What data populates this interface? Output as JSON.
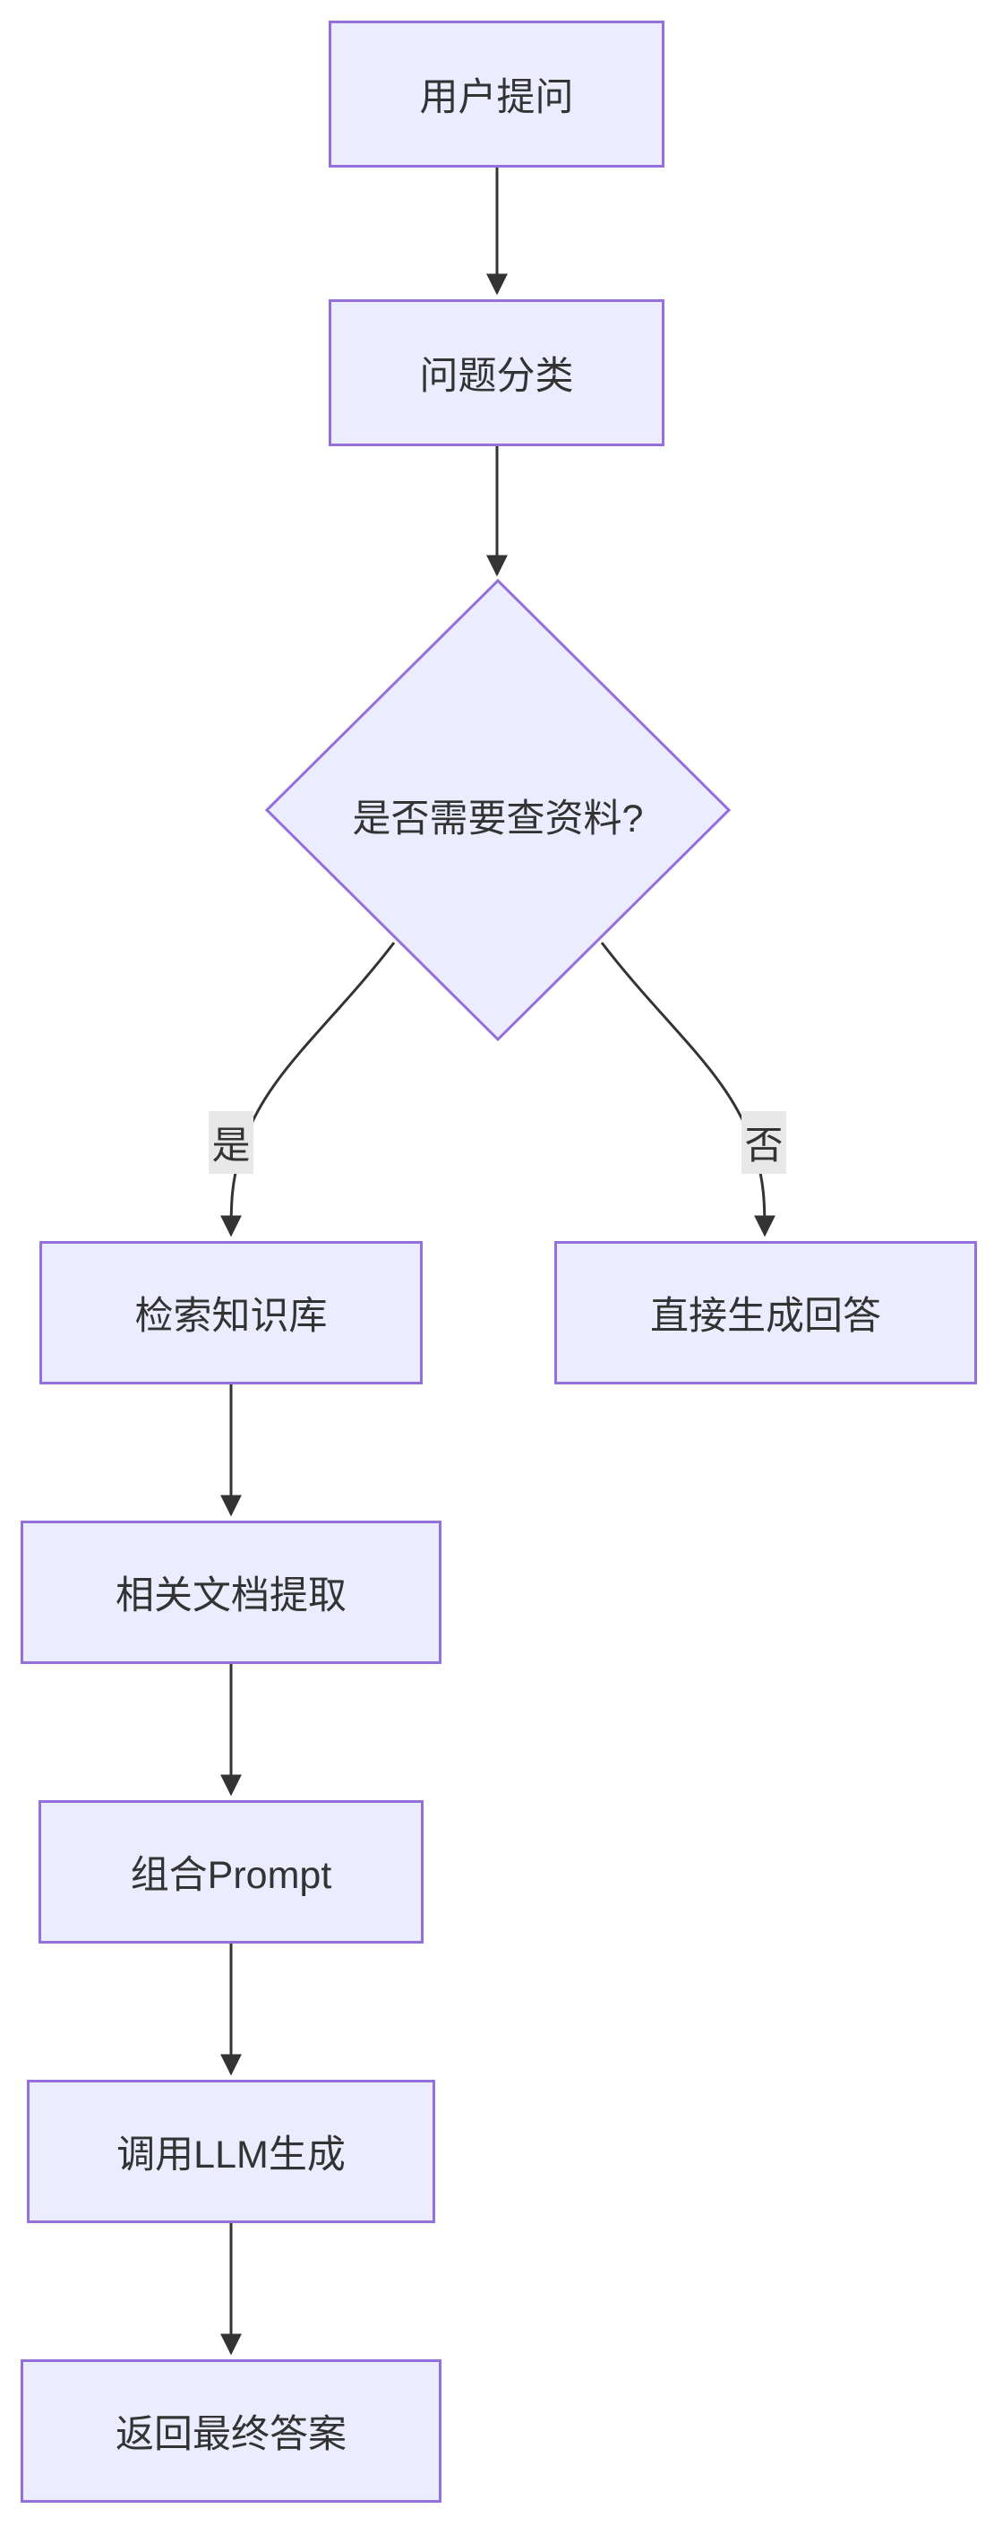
{
  "diagram": {
    "type": "flowchart",
    "direction": "top-down",
    "nodes": [
      {
        "id": "A",
        "label": "用户提问",
        "shape": "rect"
      },
      {
        "id": "B",
        "label": "问题分类",
        "shape": "rect"
      },
      {
        "id": "C",
        "label": "是否需要查资料?",
        "shape": "diamond"
      },
      {
        "id": "D",
        "label": "检索知识库",
        "shape": "rect"
      },
      {
        "id": "E",
        "label": "直接生成回答",
        "shape": "rect"
      },
      {
        "id": "F",
        "label": "相关文档提取",
        "shape": "rect"
      },
      {
        "id": "G",
        "label": "组合Prompt",
        "shape": "rect"
      },
      {
        "id": "H",
        "label": "调用LLM生成",
        "shape": "rect"
      },
      {
        "id": "I",
        "label": "返回最终答案",
        "shape": "rect"
      }
    ],
    "edges": [
      {
        "from": "A",
        "to": "B",
        "label": ""
      },
      {
        "from": "B",
        "to": "C",
        "label": ""
      },
      {
        "from": "C",
        "to": "D",
        "label": "是"
      },
      {
        "from": "C",
        "to": "E",
        "label": "否"
      },
      {
        "from": "D",
        "to": "F",
        "label": ""
      },
      {
        "from": "F",
        "to": "G",
        "label": ""
      },
      {
        "from": "G",
        "to": "H",
        "label": ""
      },
      {
        "from": "H",
        "to": "I",
        "label": ""
      }
    ],
    "colors": {
      "node_fill": "#ECECFF",
      "node_border": "#9370DB",
      "edge_color": "#333333",
      "edge_label_background": "#e8e8e8",
      "text_color": "#333333",
      "page_background": "#ffffff"
    }
  }
}
